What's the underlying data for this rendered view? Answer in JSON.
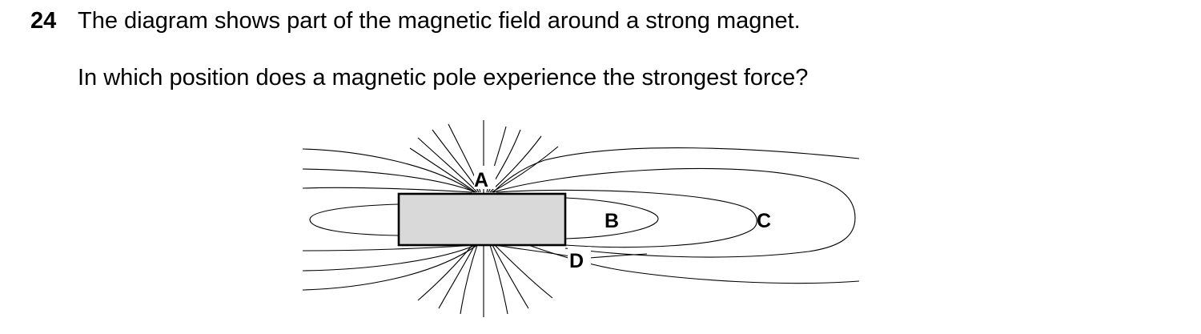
{
  "question": {
    "number": "24",
    "stem": "The diagram shows part of the magnetic field around a strong magnet.",
    "prompt": "In which position does a magnetic pole experience the strongest force?"
  },
  "diagram": {
    "labels": {
      "a": "A",
      "b": "B",
      "c": "C",
      "d": "D"
    },
    "magnet_fill": "#d9d9d9"
  }
}
